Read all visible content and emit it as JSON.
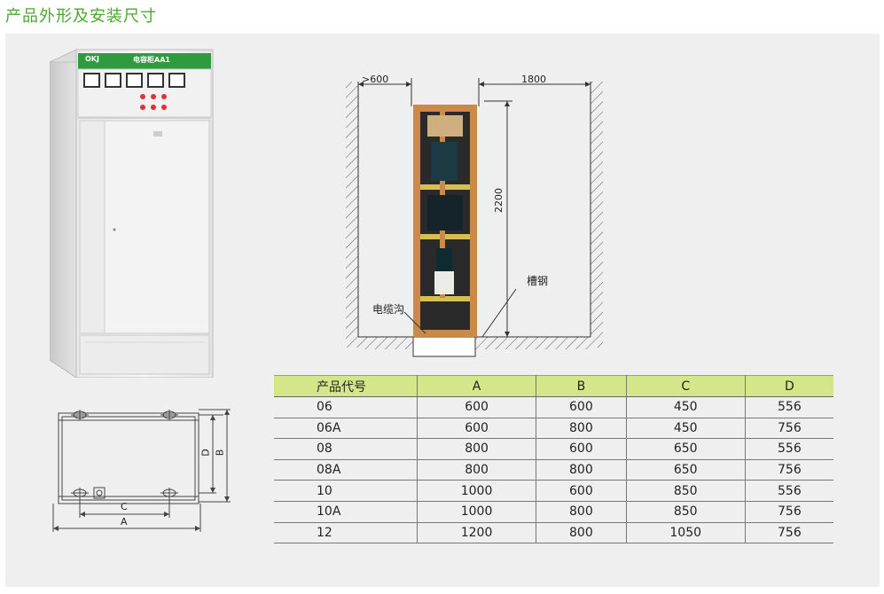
{
  "header": {
    "title": "产品外形及安装尺寸"
  },
  "cabinet_photo": {
    "brand": "OKJ",
    "name_plate": "电容柜AA1",
    "meter_count": 5,
    "indicator_count": 6
  },
  "install_diagram": {
    "left_clearance": ">600",
    "depth": "1800",
    "height": "2200",
    "channel_steel_label": "槽钢",
    "cable_trench_label": "电缆沟"
  },
  "base_diagram": {
    "label_d": "D",
    "label_b": "B",
    "label_c": "C",
    "label_a": "A"
  },
  "table": {
    "headers": [
      "产品代号",
      "A",
      "B",
      "C",
      "D"
    ],
    "rows": [
      [
        "06",
        "600",
        "600",
        "450",
        "556"
      ],
      [
        "06A",
        "600",
        "800",
        "450",
        "756"
      ],
      [
        "08",
        "800",
        "600",
        "650",
        "556"
      ],
      [
        "08A",
        "800",
        "800",
        "650",
        "756"
      ],
      [
        "10",
        "1000",
        "600",
        "850",
        "556"
      ],
      [
        "10A",
        "1000",
        "800",
        "850",
        "756"
      ],
      [
        "12",
        "1200",
        "800",
        "1050",
        "756"
      ]
    ]
  }
}
